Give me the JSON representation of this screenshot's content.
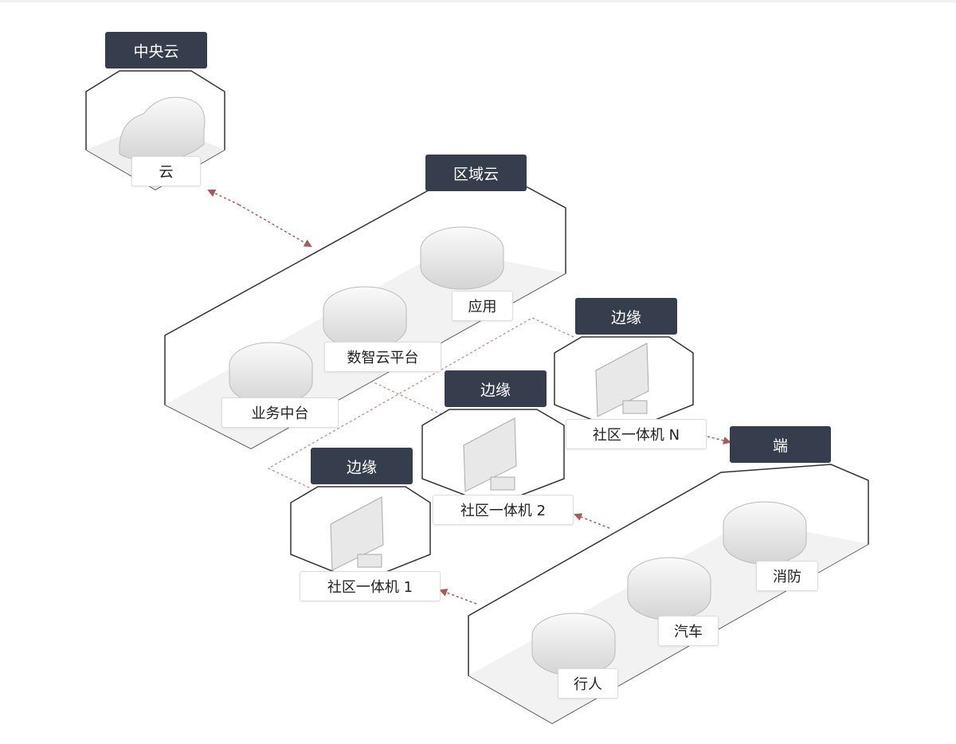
{
  "central": {
    "tag": "中央云",
    "label": "云"
  },
  "region": {
    "tag": "区域云",
    "items": [
      "应用",
      "数智云平台",
      "业务中台"
    ]
  },
  "edges": [
    {
      "tag": "边缘",
      "label": "社区一体机 N"
    },
    {
      "tag": "边缘",
      "label": "社区一体机 2"
    },
    {
      "tag": "边缘",
      "label": "社区一体机 1"
    }
  ],
  "terminal": {
    "tag": "端",
    "items": [
      "消防",
      "汽车",
      "行人"
    ]
  },
  "colors": {
    "tag_bg": "#363d4c",
    "arrow": "#a85a5a"
  }
}
